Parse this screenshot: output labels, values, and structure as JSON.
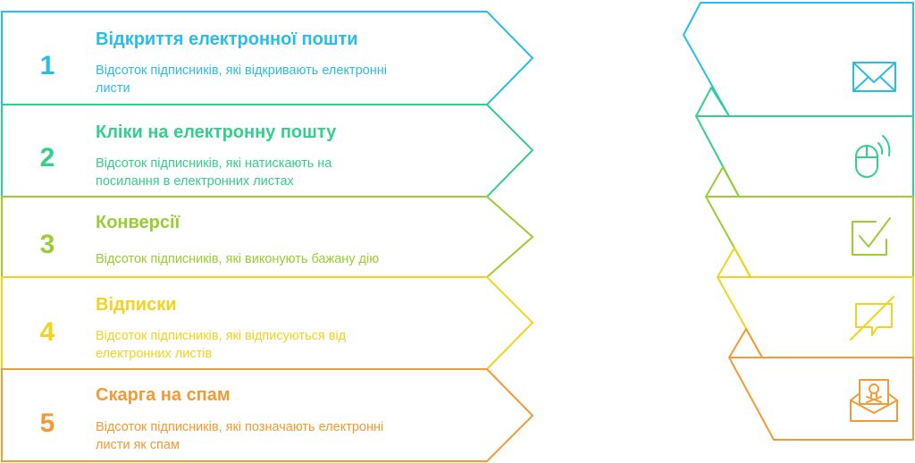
{
  "steps": [
    {
      "number": "1",
      "title": "Відкриття електронної пошти",
      "description_lines": [
        "Відсоток підписників, які відкривають електронні",
        "листи"
      ],
      "color": "#29bde6",
      "icon": "envelope-icon"
    },
    {
      "number": "2",
      "title": "Кліки на електронну пошту",
      "description_lines": [
        "Відсоток підписників, які натискають на",
        "посилання в електронних листах"
      ],
      "color": "#33cf8c",
      "icon": "mouse-click-icon"
    },
    {
      "number": "3",
      "title": "Конверсії",
      "description_lines": [
        "Відсоток підписників, які виконують бажану дію"
      ],
      "color": "#9acd32",
      "icon": "checkbox-icon"
    },
    {
      "number": "4",
      "title": "Відписки",
      "description_lines": [
        "Відсоток підписників, які відписуються від",
        "електронних листів"
      ],
      "color": "#f2d41c",
      "icon": "no-message-icon"
    },
    {
      "number": "5",
      "title": "Скарга на спам",
      "description_lines": [
        "Відсоток підписників, які позначають електронні",
        "листи як спам"
      ],
      "color": "#f29a35",
      "icon": "spam-mail-icon"
    }
  ]
}
